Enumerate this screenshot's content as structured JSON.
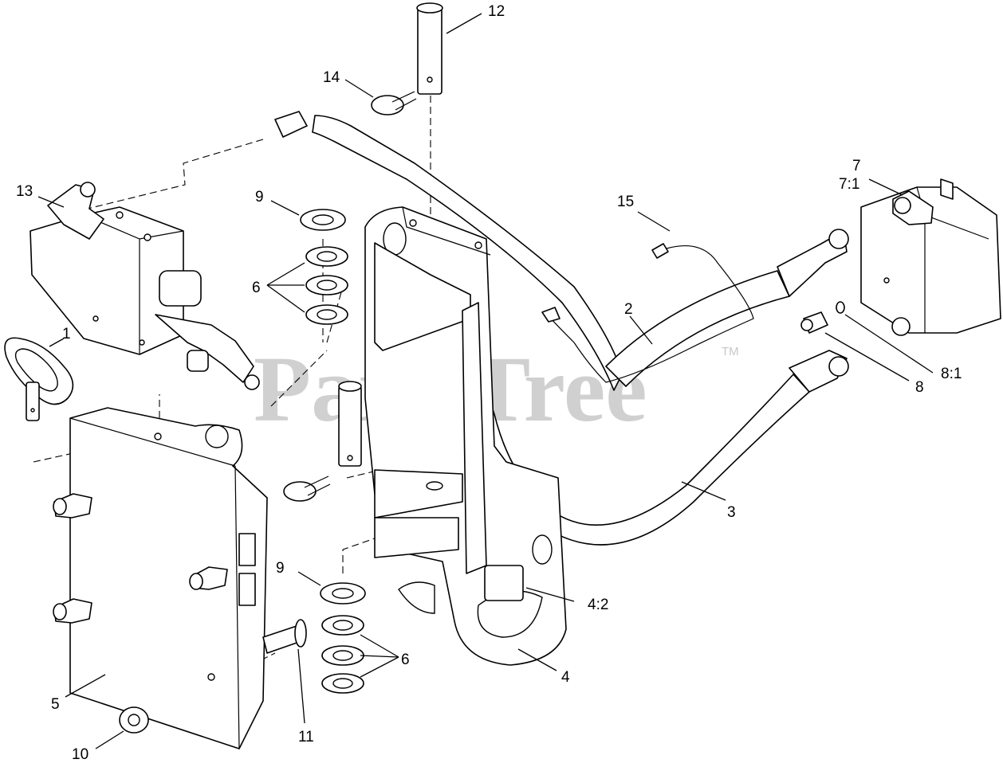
{
  "watermark": {
    "text": "PartsTree",
    "trademark": "TM"
  },
  "callouts": {
    "c1": "1",
    "c2": "2",
    "c3": "3",
    "c4": "4",
    "c4_2": "4:2",
    "c5": "5",
    "c6a": "6",
    "c6b": "6",
    "c7": "7",
    "c7_1": "7:1",
    "c8": "8",
    "c8_1": "8:1",
    "c9a": "9",
    "c9b": "9",
    "c10": "10",
    "c11": "11",
    "c12": "12",
    "c13": "13",
    "c14": "14",
    "c15": "15"
  }
}
